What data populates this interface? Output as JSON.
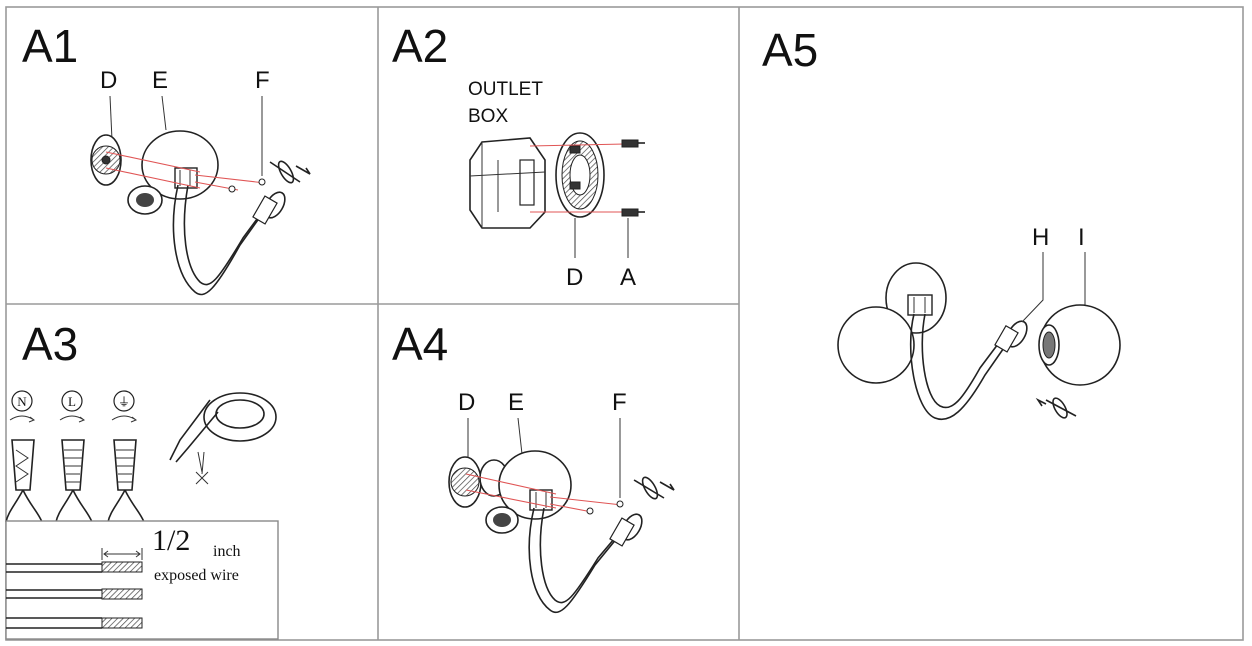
{
  "panels": {
    "a1": {
      "title": "A1",
      "labels": {
        "d": "D",
        "e": "E",
        "f": "F"
      }
    },
    "a2": {
      "title": "A2",
      "outlet_line1": "OUTLET",
      "outlet_line2": "BOX",
      "labels": {
        "d": "D",
        "a": "A"
      }
    },
    "a3": {
      "title": "A3",
      "terminals": {
        "neutral": "N",
        "live": "L",
        "ground": "⏚"
      },
      "fraction": "1/2",
      "unit": "inch",
      "caption": "exposed wire"
    },
    "a4": {
      "title": "A4",
      "labels": {
        "d": "D",
        "e": "E",
        "f": "F"
      }
    },
    "a5": {
      "title": "A5",
      "labels": {
        "h": "H",
        "i": "I"
      }
    }
  }
}
